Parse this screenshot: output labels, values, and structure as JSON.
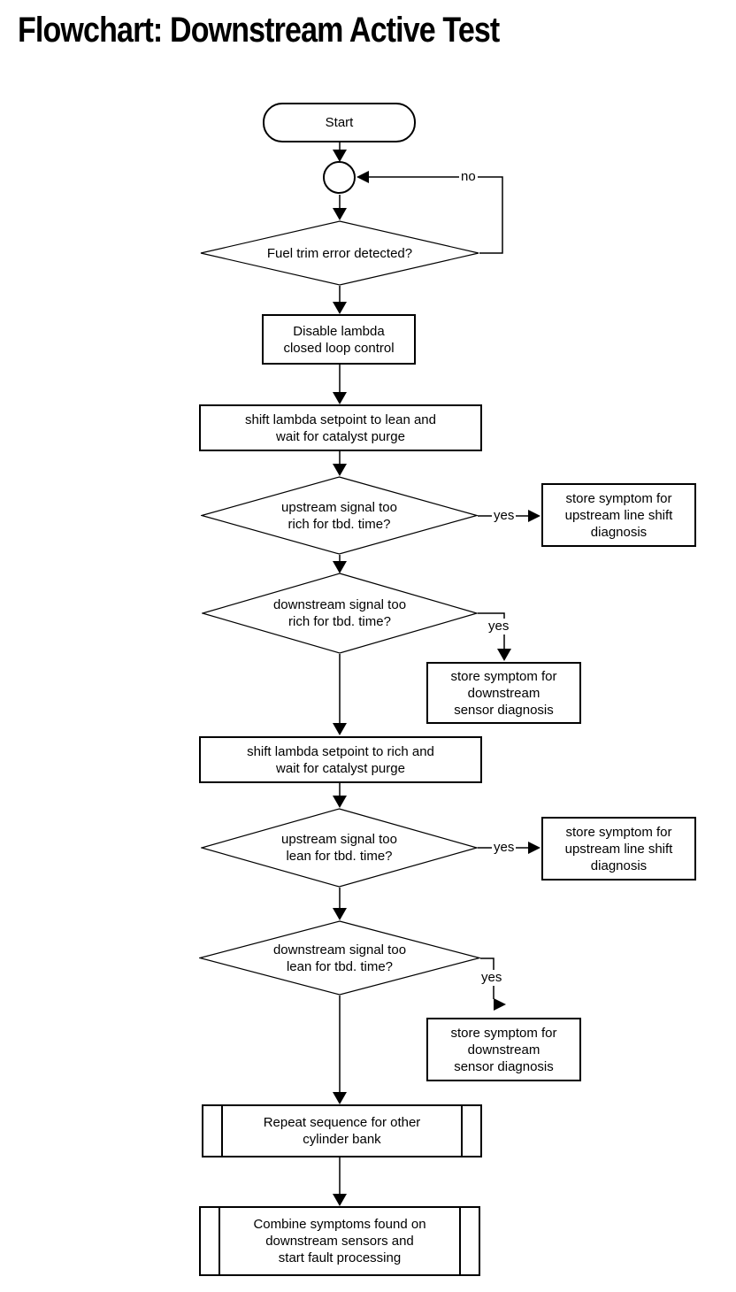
{
  "page": {
    "title": "Flowchart: Downstream Active Test",
    "background_color": "#ffffff",
    "line_color": "#000000"
  },
  "labels": {
    "no": "no",
    "yes": "yes"
  },
  "nodes": {
    "start": {
      "type": "terminator",
      "lines": [
        "Start"
      ]
    },
    "junction": {
      "type": "connector-circle"
    },
    "fuel_trim_decision": {
      "type": "decision",
      "lines": [
        "Fuel trim error detected?"
      ]
    },
    "disable_lambda": {
      "type": "process",
      "lines": [
        "Disable lambda",
        "closed loop control"
      ]
    },
    "shift_lean": {
      "type": "process",
      "lines": [
        "shift lambda setpoint to lean and",
        "wait for catalyst purge"
      ]
    },
    "upstream_rich_decision": {
      "type": "decision",
      "lines": [
        "upstream signal too",
        "rich for tbd. time?"
      ]
    },
    "store_upstream_1": {
      "type": "process",
      "lines": [
        "store symptom for",
        "upstream line shift",
        "diagnosis"
      ]
    },
    "downstream_rich_decision": {
      "type": "decision",
      "lines": [
        "downstream signal too",
        "rich for tbd. time?"
      ]
    },
    "store_downstream_1": {
      "type": "process",
      "lines": [
        "store symptom for",
        "downstream",
        "sensor diagnosis"
      ]
    },
    "shift_rich": {
      "type": "process",
      "lines": [
        "shift lambda setpoint to rich and",
        "wait for catalyst purge"
      ]
    },
    "upstream_lean_decision": {
      "type": "decision",
      "lines": [
        "upstream signal too",
        "lean for tbd. time?"
      ]
    },
    "store_upstream_2": {
      "type": "process",
      "lines": [
        "store symptom for",
        "upstream line shift",
        "diagnosis"
      ]
    },
    "downstream_lean_decision": {
      "type": "decision",
      "lines": [
        "downstream signal too",
        "lean for tbd. time?"
      ]
    },
    "store_downstream_2": {
      "type": "process",
      "lines": [
        "store symptom for",
        "downstream",
        "sensor diagnosis"
      ]
    },
    "repeat_sequence": {
      "type": "predefined-process",
      "lines": [
        "Repeat sequence for other",
        "cylinder bank"
      ]
    },
    "combine_symptoms": {
      "type": "predefined-process",
      "lines": [
        "Combine symptoms found on",
        "downstream sensors and",
        "start fault processing"
      ]
    }
  }
}
